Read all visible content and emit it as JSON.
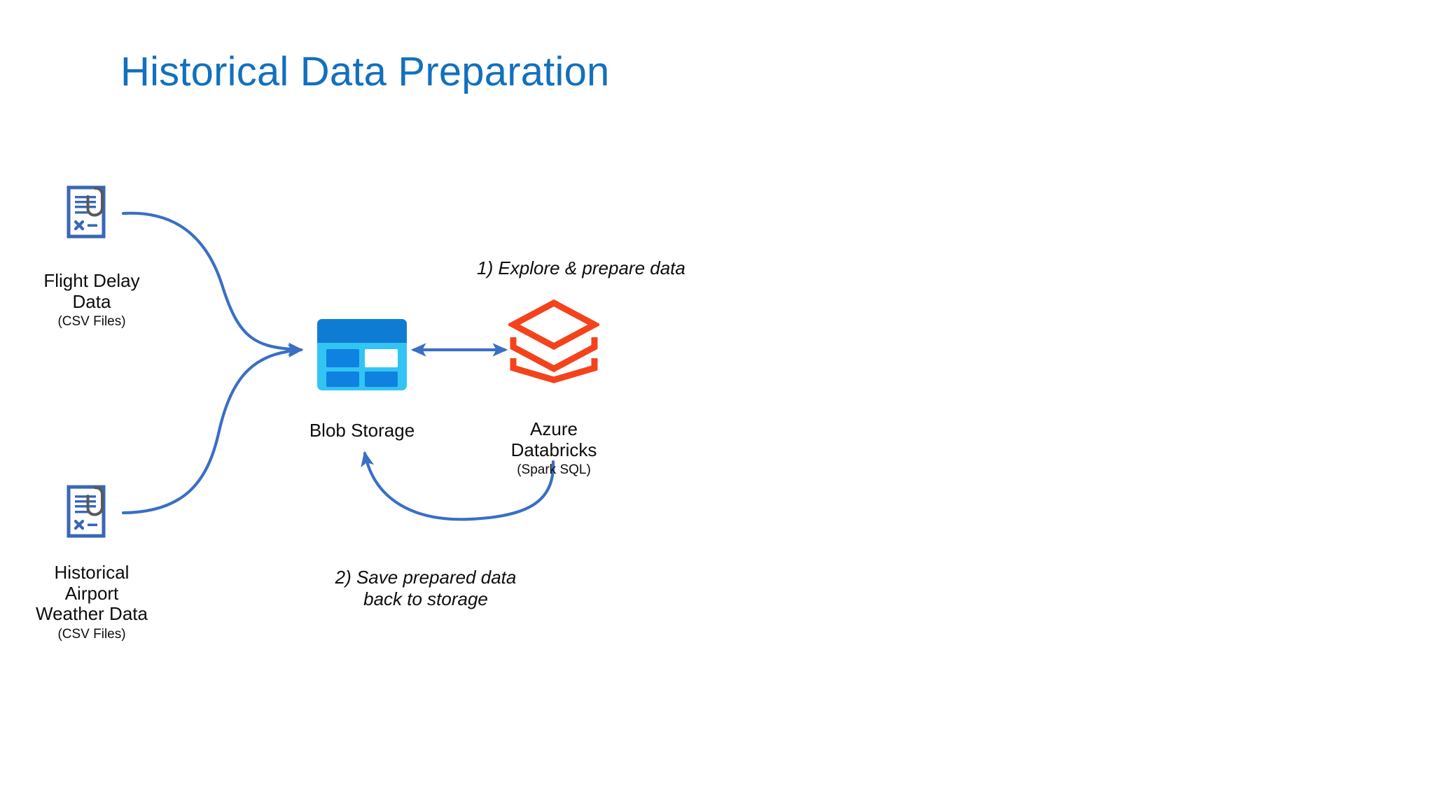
{
  "slide": {
    "title": "Historical Data Preparation",
    "title_color": "#1270BD",
    "background": "#FFFFFF"
  },
  "palette": {
    "title_blue": "#1270BD",
    "arrow_blue": "#3A6FC4",
    "doc_blue": "#3A67B4",
    "doc_clip_gray": "#58585B",
    "blob_header": "#0F7CD4",
    "blob_body": "#32C5F4",
    "blob_cell": "#0F81E0",
    "blob_cell_highlight": "#FFFFFF",
    "databricks_red": "#F4431C",
    "text_black": "#0D0D0D"
  },
  "nodes": [
    {
      "id": "flight-delay-data",
      "icon": "document-csv-icon",
      "label": "Flight Delay\nData",
      "sublabel": "(CSV Files)"
    },
    {
      "id": "historical-airport-weather-data",
      "icon": "document-csv-icon",
      "label": "Historical\nAirport\nWeather Data",
      "sublabel": "(CSV Files)"
    },
    {
      "id": "blob-storage",
      "icon": "azure-blob-storage-icon",
      "label": "Blob Storage",
      "sublabel": ""
    },
    {
      "id": "azure-databricks",
      "icon": "azure-databricks-icon",
      "label": "Azure\nDatabricks",
      "sublabel": "(Spark SQL)"
    }
  ],
  "steps": [
    {
      "id": "step-1",
      "text": "1) Explore & prepare data"
    },
    {
      "id": "step-2",
      "text": "2) Save prepared data\nback to storage"
    }
  ],
  "connectors": [
    {
      "id": "flight-delay-to-blob",
      "from": "flight-delay-data",
      "to": "blob-storage",
      "style": "curved",
      "arrowheads": "end"
    },
    {
      "id": "weather-to-blob",
      "from": "historical-airport-weather-data",
      "to": "blob-storage",
      "style": "curved",
      "arrowheads": "end"
    },
    {
      "id": "blob-databricks-bidirectional",
      "from": "blob-storage",
      "to": "azure-databricks",
      "style": "straight",
      "arrowheads": "both"
    },
    {
      "id": "databricks-to-blob-return",
      "from": "azure-databricks",
      "to": "blob-storage",
      "style": "curved",
      "arrowheads": "end"
    }
  ],
  "chart_data": {
    "type": "diagram",
    "title": "Historical Data Preparation",
    "nodes": [
      "Flight Delay Data (CSV Files)",
      "Historical Airport Weather Data (CSV Files)",
      "Blob Storage",
      "Azure Databricks (Spark SQL)"
    ],
    "edges": [
      {
        "from": "Flight Delay Data (CSV Files)",
        "to": "Blob Storage",
        "label": ""
      },
      {
        "from": "Historical Airport Weather Data (CSV Files)",
        "to": "Blob Storage",
        "label": ""
      },
      {
        "from": "Blob Storage",
        "to": "Azure Databricks (Spark SQL)",
        "label": "1) Explore & prepare data",
        "bidirectional": true
      },
      {
        "from": "Azure Databricks (Spark SQL)",
        "to": "Blob Storage",
        "label": "2) Save prepared data back to storage"
      }
    ]
  }
}
